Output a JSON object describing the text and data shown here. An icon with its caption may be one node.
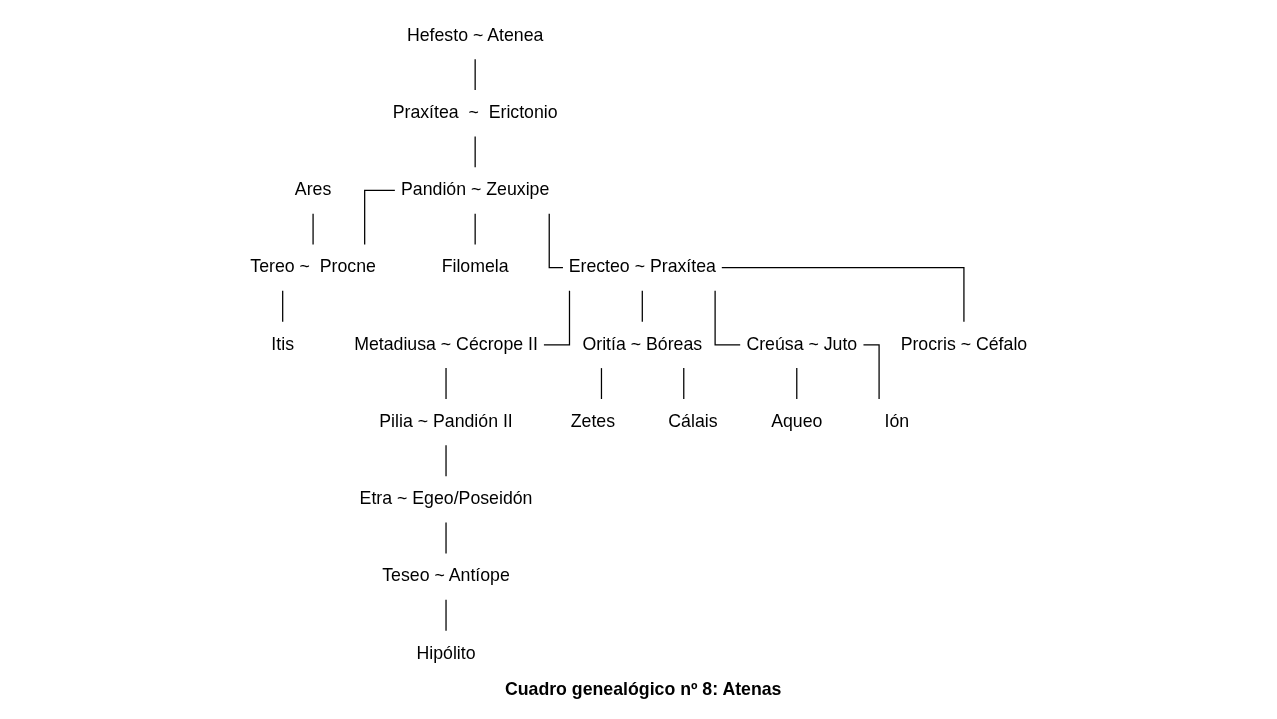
{
  "diagram": {
    "caption": "Cuadro genealógico nº 8: Atenas",
    "nodes": [
      {
        "text": [
          "Hefesto ~ Atenea"
        ]
      },
      {
        "text": [
          "Praxítea  ~  Erictonio"
        ]
      },
      {
        "text": [
          "Ares"
        ]
      },
      {
        "text": [
          "Pandión ~ Zeuxipe"
        ]
      },
      {
        "text": [
          "Tereo ~  Procne"
        ]
      },
      {
        "text": [
          "Filomela"
        ]
      },
      {
        "text": [
          "Erecteo ~ Praxítea"
        ]
      },
      {
        "text": [
          "Itis"
        ]
      },
      {
        "text": [
          "Metadiusa ~ Cécrope II"
        ]
      },
      {
        "text": [
          "Oritía ~ Bóreas"
        ]
      },
      {
        "text": [
          "Creúsa ~ Juto"
        ]
      },
      {
        "text": [
          "Procris ~ Céfalo"
        ]
      },
      {
        "text": [
          "Pilia ~ Pandión II"
        ]
      },
      {
        "text": [
          "Zetes"
        ]
      },
      {
        "text": [
          "Cálais"
        ]
      },
      {
        "text": [
          "Aqueo"
        ]
      },
      {
        "text": [
          "Ión"
        ]
      },
      {
        "text": [
          "Etra ~ Egeo/Poseidón"
        ]
      },
      {
        "text": [
          "Teseo ~ Antíope"
        ]
      },
      {
        "text": [
          "Hipólito"
        ]
      }
    ],
    "edges": [
      {
        "from": 0,
        "to": 1,
        "arrow": "none"
      },
      {
        "from": 1,
        "to": 3,
        "arrow": "none"
      },
      {
        "from": 2,
        "to": 4,
        "arrow": "none"
      },
      {
        "from": 3,
        "to": 4,
        "arrow": "none"
      },
      {
        "from": 3,
        "to": 5,
        "arrow": "none"
      },
      {
        "from": 3,
        "to": 6,
        "arrow": "none"
      },
      {
        "from": 4,
        "to": 7,
        "arrow": "none"
      },
      {
        "from": 6,
        "to": 8,
        "arrow": "none"
      },
      {
        "from": 6,
        "to": 9,
        "arrow": "none"
      },
      {
        "from": 6,
        "to": 10,
        "arrow": "none"
      },
      {
        "from": 6,
        "to": 11,
        "arrow": "none"
      },
      {
        "from": 8,
        "to": 12,
        "arrow": "none"
      },
      {
        "from": 9,
        "to": 13,
        "arrow": "none"
      },
      {
        "from": 9,
        "to": 14,
        "arrow": "none"
      },
      {
        "from": 10,
        "to": 15,
        "arrow": "none"
      },
      {
        "from": 10,
        "to": 16,
        "arrow": "none"
      },
      {
        "from": 12,
        "to": 17,
        "arrow": "none"
      },
      {
        "from": 17,
        "to": 18,
        "arrow": "none"
      },
      {
        "from": 18,
        "to": 19,
        "arrow": "none"
      }
    ]
  }
}
